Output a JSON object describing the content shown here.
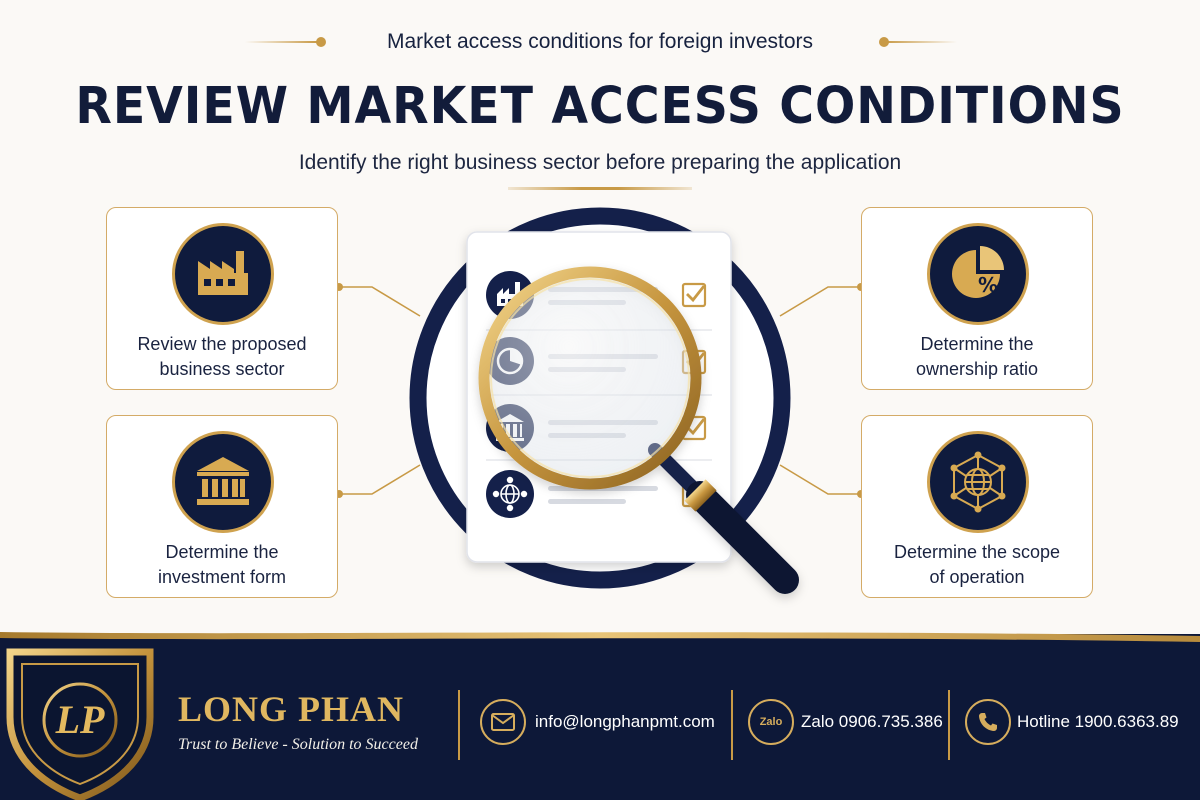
{
  "header": {
    "kicker": "Market access conditions for foreign investors",
    "title": "REVIEW MARKET ACCESS CONDITIONS",
    "subtitle": "Identify the right business sector before preparing the application"
  },
  "cards": {
    "business_sector": {
      "icon": "factory-icon",
      "line1": "Review the proposed",
      "line2": "business sector"
    },
    "investment_form": {
      "icon": "bank-icon",
      "line1": "Determine the",
      "line2": "investment form"
    },
    "ownership_ratio": {
      "icon": "pie-chart-percent-icon",
      "line1": "Determine the",
      "line2": "ownership ratio"
    },
    "scope_of_operation": {
      "icon": "network-globe-icon",
      "line1": "Determine the scope",
      "line2": "of operation"
    }
  },
  "checklist": {
    "icons": [
      "factory-icon",
      "pie-chart-icon",
      "bank-icon",
      "network-globe-icon"
    ],
    "checked": [
      true,
      true,
      true,
      true
    ]
  },
  "footer": {
    "brand": "LONG PHAN",
    "tagline": "Trust to Believe - Solution to Succeed",
    "logo_text": "LP",
    "email": {
      "icon": "envelope-icon",
      "text": "info@longphanpmt.com"
    },
    "zalo": {
      "icon": "zalo-icon",
      "icon_label": "Zalo",
      "text": "Zalo 0906.735.386"
    },
    "hotline": {
      "icon": "phone-icon",
      "text": "Hotline 1900.6363.89"
    }
  },
  "colors": {
    "navy": "#0f1b3d",
    "gold": "#c89a46",
    "background": "#fbf9f6"
  }
}
